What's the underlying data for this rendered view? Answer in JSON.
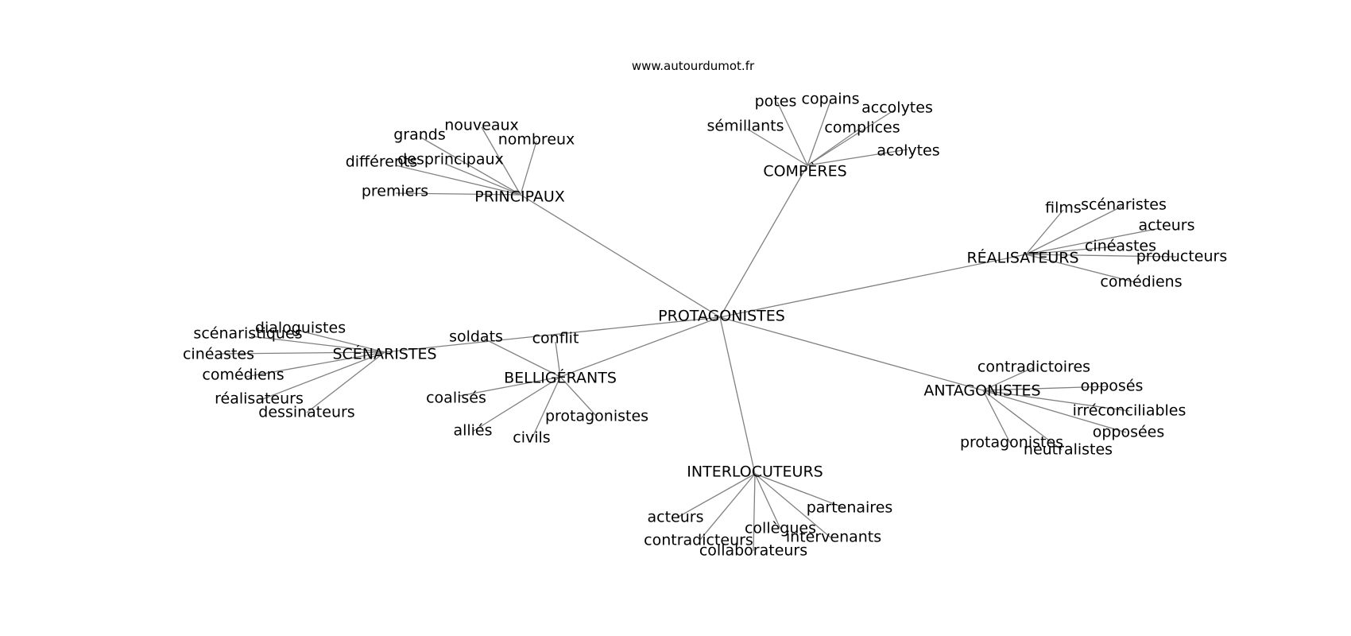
{
  "source": "www.autourdumot.fr",
  "colors": {
    "edge": "#808080",
    "text": "#000000",
    "background": "#ffffff"
  },
  "graph": {
    "center": "PROTAGONISTES",
    "groups": [
      {
        "name": "PRINCIPAUX",
        "words": [
          "grands",
          "nouveaux",
          "nombreux",
          "différents",
          "desprincipaux",
          "premiers"
        ]
      },
      {
        "name": "COMPÈRES",
        "words": [
          "potes",
          "copains",
          "accolytes",
          "sémillants",
          "complices",
          "acolytes"
        ]
      },
      {
        "name": "RÉALISATEURS",
        "words": [
          "films",
          "scénaristes",
          "acteurs",
          "cinéastes",
          "producteurs",
          "comédiens"
        ]
      },
      {
        "name": "SCÉNARISTES",
        "words": [
          "dialoguistes",
          "scénaristiques",
          "cinéastes",
          "comédiens",
          "réalisateurs",
          "dessinateurs"
        ]
      },
      {
        "name": "BELLIGÉRANTS",
        "words": [
          "soldats",
          "conflit",
          "coalisés",
          "alliés",
          "civils",
          "protagonistes"
        ]
      },
      {
        "name": "ANTAGONISTES",
        "words": [
          "contradictoires",
          "opposés",
          "irréconciliables",
          "opposées",
          "protagonistes",
          "neutralistes"
        ]
      },
      {
        "name": "INTERLOCUTEURS",
        "words": [
          "partenaires",
          "acteurs",
          "collègues",
          "intervenants",
          "contradicteurs",
          "collaborateurs"
        ]
      }
    ]
  }
}
